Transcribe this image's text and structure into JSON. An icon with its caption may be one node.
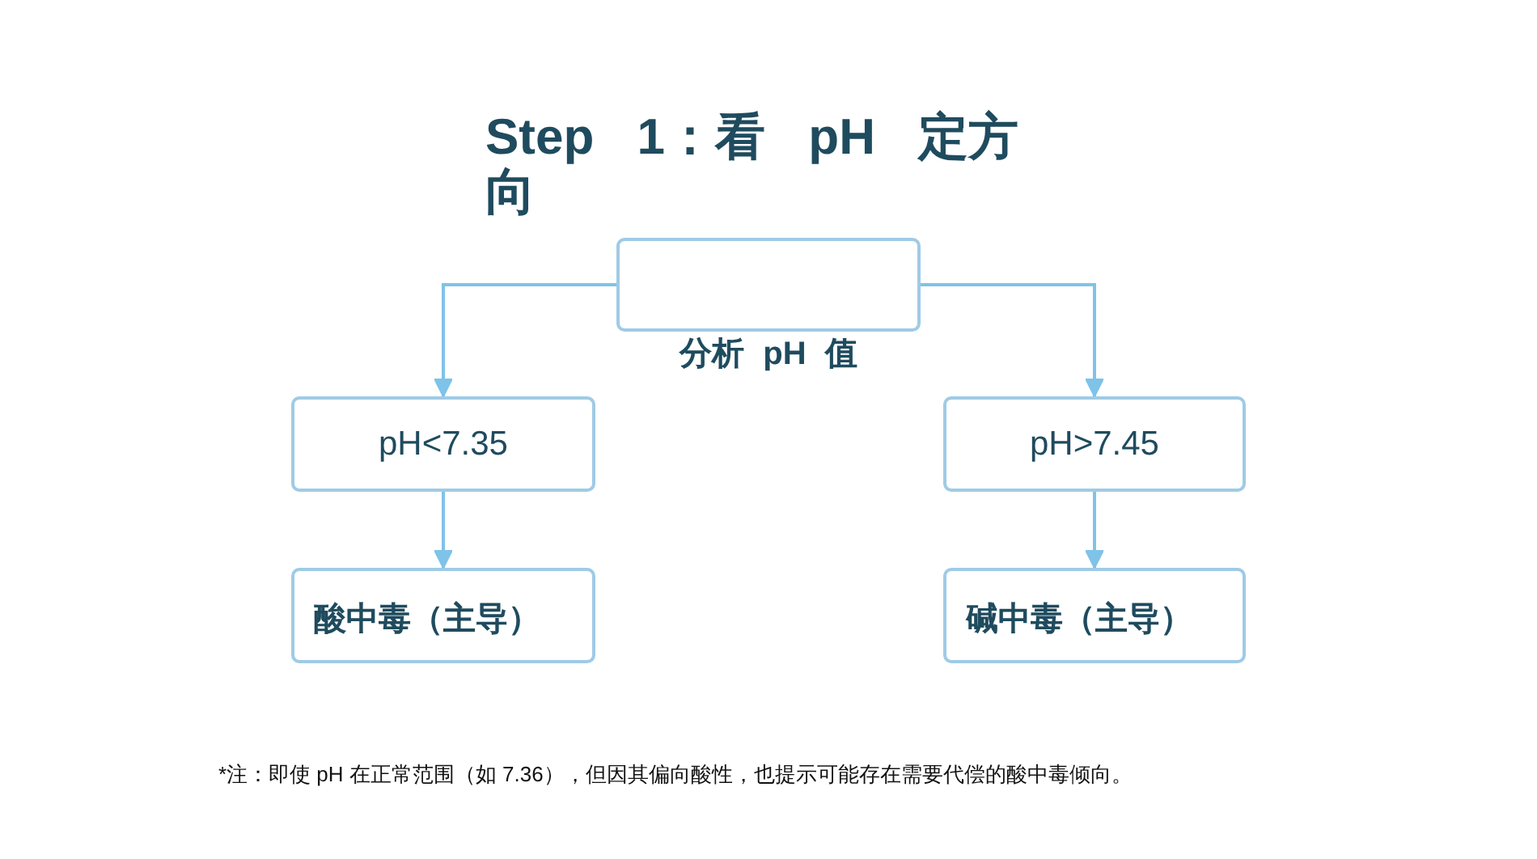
{
  "diagram": {
    "title": "Step 1：看 pH 定方向",
    "nodes": [
      {
        "text": [
          "分析 pH 值"
        ]
      },
      {
        "text": [
          "pH<7.35"
        ]
      },
      {
        "text": [
          "pH>7.45"
        ]
      },
      {
        "text": [
          "酸中毒（主导）"
        ]
      },
      {
        "text": [
          "碱中毒（主导）"
        ]
      }
    ],
    "edges": [
      {
        "from": 0,
        "to": 1,
        "arrow": "to"
      },
      {
        "from": 0,
        "to": 2,
        "arrow": "to"
      },
      {
        "from": 1,
        "to": 3,
        "arrow": "to"
      },
      {
        "from": 2,
        "to": 4,
        "arrow": "to"
      }
    ],
    "labels": [
      "*注：即使 pH 在正常范围（如 7.36），但因其偏向酸性，也提示可能存在需要代偿的酸中毒倾向。"
    ]
  }
}
